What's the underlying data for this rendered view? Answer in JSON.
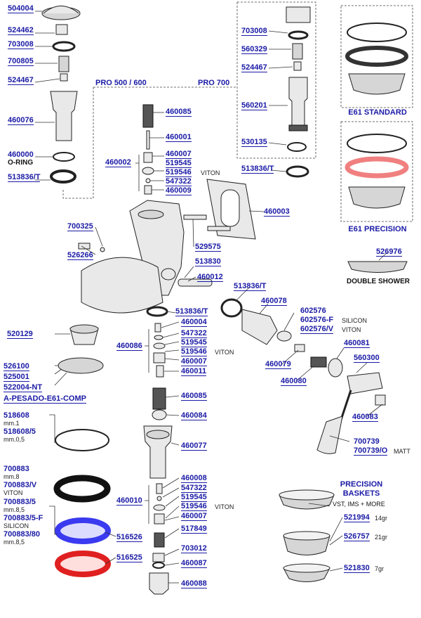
{
  "left_column": {
    "p504004": "504004",
    "p524462": "524462",
    "p703008": "703008",
    "p700805": "700805",
    "p524467": "524467",
    "p460076": "460076",
    "p460000": "460000",
    "oring": "O-RING",
    "p513836t": "513836/T"
  },
  "group_header": {
    "pro500": "PRO 500 / 600",
    "pro700": "PRO 700"
  },
  "valve_stack_top": {
    "p460085": "460085",
    "p460001": "460001",
    "p460002": "460002",
    "p460007": "460007",
    "p519545": "519545",
    "p519546": "519546",
    "viton": "VITON",
    "p547322": "547322",
    "p460009": "460009"
  },
  "right_dashed": {
    "p703008": "703008",
    "p560329": "560329",
    "p524467": "524467",
    "p560201": "560201",
    "p530135": "530135",
    "p513836t": "513836/T"
  },
  "e61": {
    "standard": "E61 STANDARD",
    "precision": "E61 PRECISION"
  },
  "body_parts": {
    "p460003": "460003",
    "p700325": "700325",
    "p526266": "526266",
    "p529575": "529575",
    "p526976": "526976",
    "double_shower": "DOUBLE SHOWER",
    "p513830": "513830",
    "p460012": "460012",
    "p513836t_right": "513836/T",
    "p460078": "460078"
  },
  "valve_stack_mid": {
    "p513836t": "513836/T",
    "p460004": "460004",
    "p547322": "547322",
    "p460086": "460086",
    "p519545": "519545",
    "p519546": "519546",
    "viton": "VITON",
    "p460007": "460007",
    "p460011": "460011",
    "p460085": "460085",
    "p460084": "460084",
    "p460077": "460077"
  },
  "lever_parts": {
    "p602576": "602576",
    "p602576f": "602576-F",
    "silicon": "SILICON",
    "p602576v": "602576/V",
    "viton": "VITON",
    "p460081": "460081",
    "p460079": "460079",
    "p560300": "560300",
    "p460080": "460080",
    "p460083": "460083",
    "p700739": "700739",
    "p700739o": "700739/O",
    "matt": "MATT"
  },
  "left_lower": {
    "p520129": "520129",
    "p526100": "526100",
    "p525001": "525001",
    "p522004nt": "522004-NT",
    "apesado": "A-PESADO-E61-COMP",
    "p518608": "518608",
    "mm1": "mm.1",
    "p518608_5": "518608/5",
    "mm05": "mm.0,5",
    "p700883": "700883",
    "mm8": "mm.8",
    "p700883v": "700883/V",
    "viton": "VITON",
    "p700883_5": "700883/5",
    "mm85a": "mm.8,5",
    "p700883_5f": "700883/5-F",
    "silicon": "SILICON",
    "p700883_80": "700883/80",
    "mm85b": "mm.8,5"
  },
  "valve_stack_bottom": {
    "p460008": "460008",
    "p547322": "547322",
    "p460010": "460010",
    "p519545": "519545",
    "p519546": "519546",
    "viton": "VITON",
    "p460007": "460007",
    "p516526": "516526",
    "p517849": "517849",
    "p703012": "703012",
    "p516525": "516525",
    "p460087": "460087",
    "p460088": "460088"
  },
  "precision_baskets": {
    "title_line1": "PRECISION",
    "title_line2": "BASKETS",
    "sub": "VST, IMS + MORE",
    "p521994": "521994",
    "g14": "14gr",
    "p526757": "526757",
    "g21": "21gr",
    "p521830": "521830",
    "g7": "7gr"
  },
  "colors": {
    "label_blue": "#1a1aa6",
    "gasket_blue": "#3a3af0",
    "gasket_red": "#e02020",
    "precision_highlight": "#f08080"
  }
}
